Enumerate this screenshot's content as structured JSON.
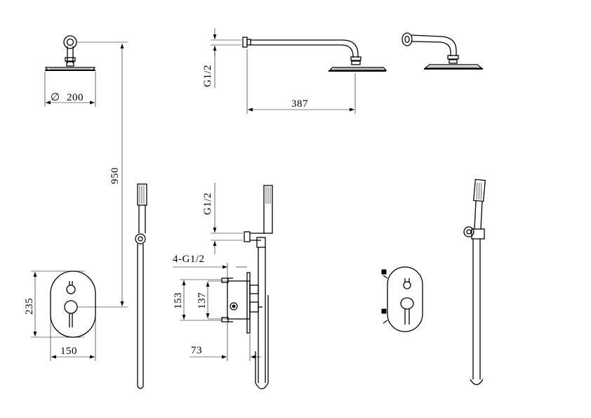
{
  "dimensions": {
    "head_diameter": "200",
    "arm_thread": "G1/2",
    "arm_length": "387",
    "total_height": "950",
    "hand_thread": "G1/2",
    "body_ports": "4-G1/2",
    "body_h1": "153",
    "body_h2": "137",
    "body_depth": "73",
    "plate_height": "235",
    "plate_width": "150"
  },
  "symbols": {
    "diameter": "∅"
  }
}
